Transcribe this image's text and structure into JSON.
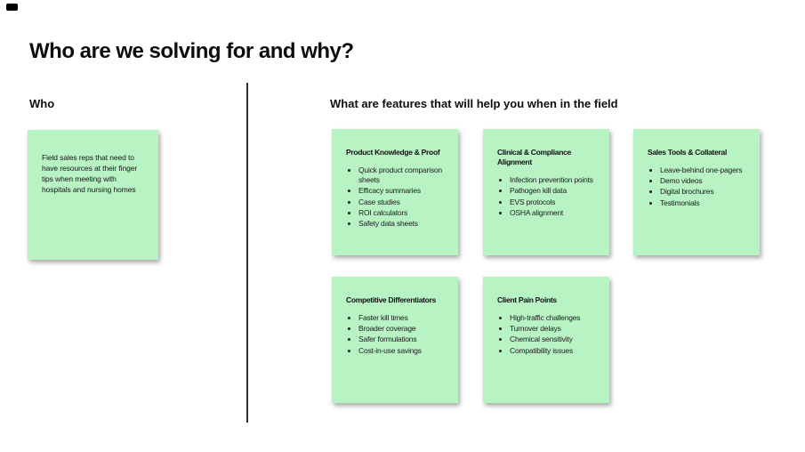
{
  "page": {
    "title": "Who are we solving for and why?"
  },
  "left_section": {
    "heading": "Who",
    "note": {
      "text": "Field sales reps that need to have resources at their finger tips when meeting with hospitals and nursing homes"
    }
  },
  "right_section": {
    "heading": "What are features that will help you when in the field",
    "notes": [
      {
        "title": "Product Knowledge & Proof",
        "bullets": [
          "Quick product comparison sheets",
          "Efficacy summaries",
          "Case studies",
          "ROI calculators",
          "Safety data sheets"
        ]
      },
      {
        "title": "Clinical & Compliance Alignment",
        "bullets": [
          "Infection prevention points",
          "Pathogen kill data",
          "EVS protocols",
          "OSHA alignment"
        ]
      },
      {
        "title": "Sales Tools & Collateral",
        "bullets": [
          "Leave-behind one-pagers",
          "Demo videos",
          "Digital brochures",
          "Testimonials"
        ]
      },
      {
        "title": "Competitive Differentiators",
        "bullets": [
          "Faster kill times",
          "Broader coverage",
          "Safer formulations",
          "Cost-in-use savings"
        ]
      },
      {
        "title": "Client Pain Points",
        "bullets": [
          "High-traffic challenges",
          "Turnover delays",
          "Chemical sensitivity",
          "Compatibility issues"
        ]
      }
    ]
  },
  "colors": {
    "note_fill": "#b8f3c4",
    "divider": "#2e2e2e",
    "text": "#161616",
    "background": "#ffffff"
  }
}
